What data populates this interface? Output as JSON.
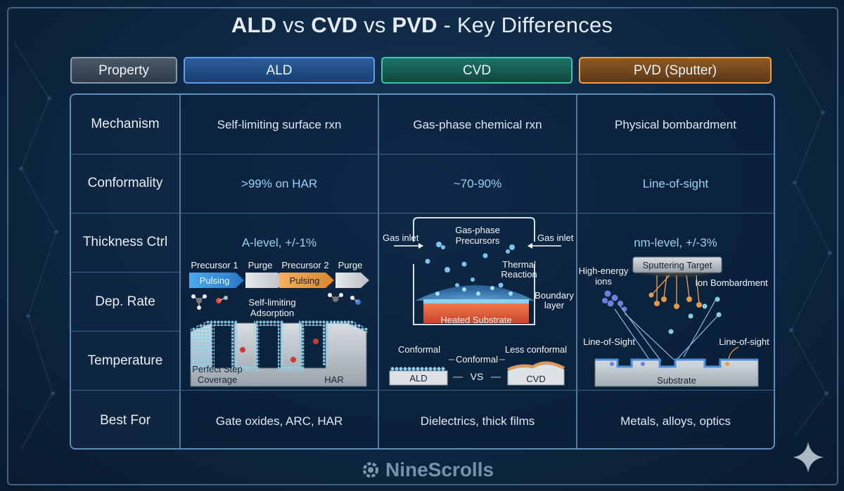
{
  "title": {
    "part1": "ALD",
    "vs1": " vs ",
    "part2": "CVD",
    "vs2": " vs ",
    "part3": "PVD",
    "rest": " - Key Differences"
  },
  "headers": {
    "property": "Property",
    "ald": "ALD",
    "cvd": "CVD",
    "pvd": "PVD (Sputter)"
  },
  "rows": [
    {
      "label": "Mechanism",
      "ald": "Self-limiting surface rxn",
      "cvd": "Gas-phase chemical rxn",
      "pvd": "Physical bombardment"
    },
    {
      "label": "Conformality",
      "ald": ">99% on HAR",
      "cvd": "~70-90%",
      "pvd": "Line-of-sight"
    },
    {
      "label": "Thickness Ctrl",
      "ald": "A-level, +/-1%",
      "cvd": "",
      "pvd": "nm-level, +/-3%"
    },
    {
      "label": "Dep. Rate",
      "ald": "",
      "cvd": "",
      "pvd": ""
    },
    {
      "label": "Temperature",
      "ald": "",
      "cvd": "",
      "pvd": ""
    },
    {
      "label": "Best For",
      "ald": "Gate oxides, ARC, HAR",
      "cvd": "Dielectrics, thick films",
      "pvd": "Metals, alloys, optics"
    }
  ],
  "ald_diagram": {
    "steps": [
      "Precursor 1",
      "Purge",
      "Precursor 2",
      "Purge"
    ],
    "pulse_label": "Pulsing",
    "adsorption": "Self-limiting\nAdsorption",
    "step_coverage": "Perfect Step\nCoverage",
    "har": "HAR"
  },
  "cvd_diagram": {
    "gas_inlet_left": "Gas inlet",
    "gas_inlet_right": "Gas inlet",
    "precursors": "Gas-phase\nPrecursors",
    "reaction": "Thermal\nReaction",
    "boundary": "Boundary\nlayer",
    "substrate": "Heated Substrate",
    "conformal_left": "Conformal",
    "conformal_mid": "Conformal",
    "less_conformal": "Less conformal",
    "ald_tag": "ALD",
    "vs": "VS",
    "cvd_tag": "CVD"
  },
  "pvd_diagram": {
    "target": "Sputtering Target",
    "ions": "High-energy\nions",
    "bombardment": "Ion Bombardment",
    "los_left": "Line-of-Sight",
    "los_right": "Line-of-sight",
    "substrate": "Substrate"
  },
  "logo": "NineScrolls",
  "colors": {
    "ald": "#5f9ee8",
    "cvd": "#43c4ad",
    "pvd": "#f0a150",
    "accent_text": "#9ad0f5"
  }
}
